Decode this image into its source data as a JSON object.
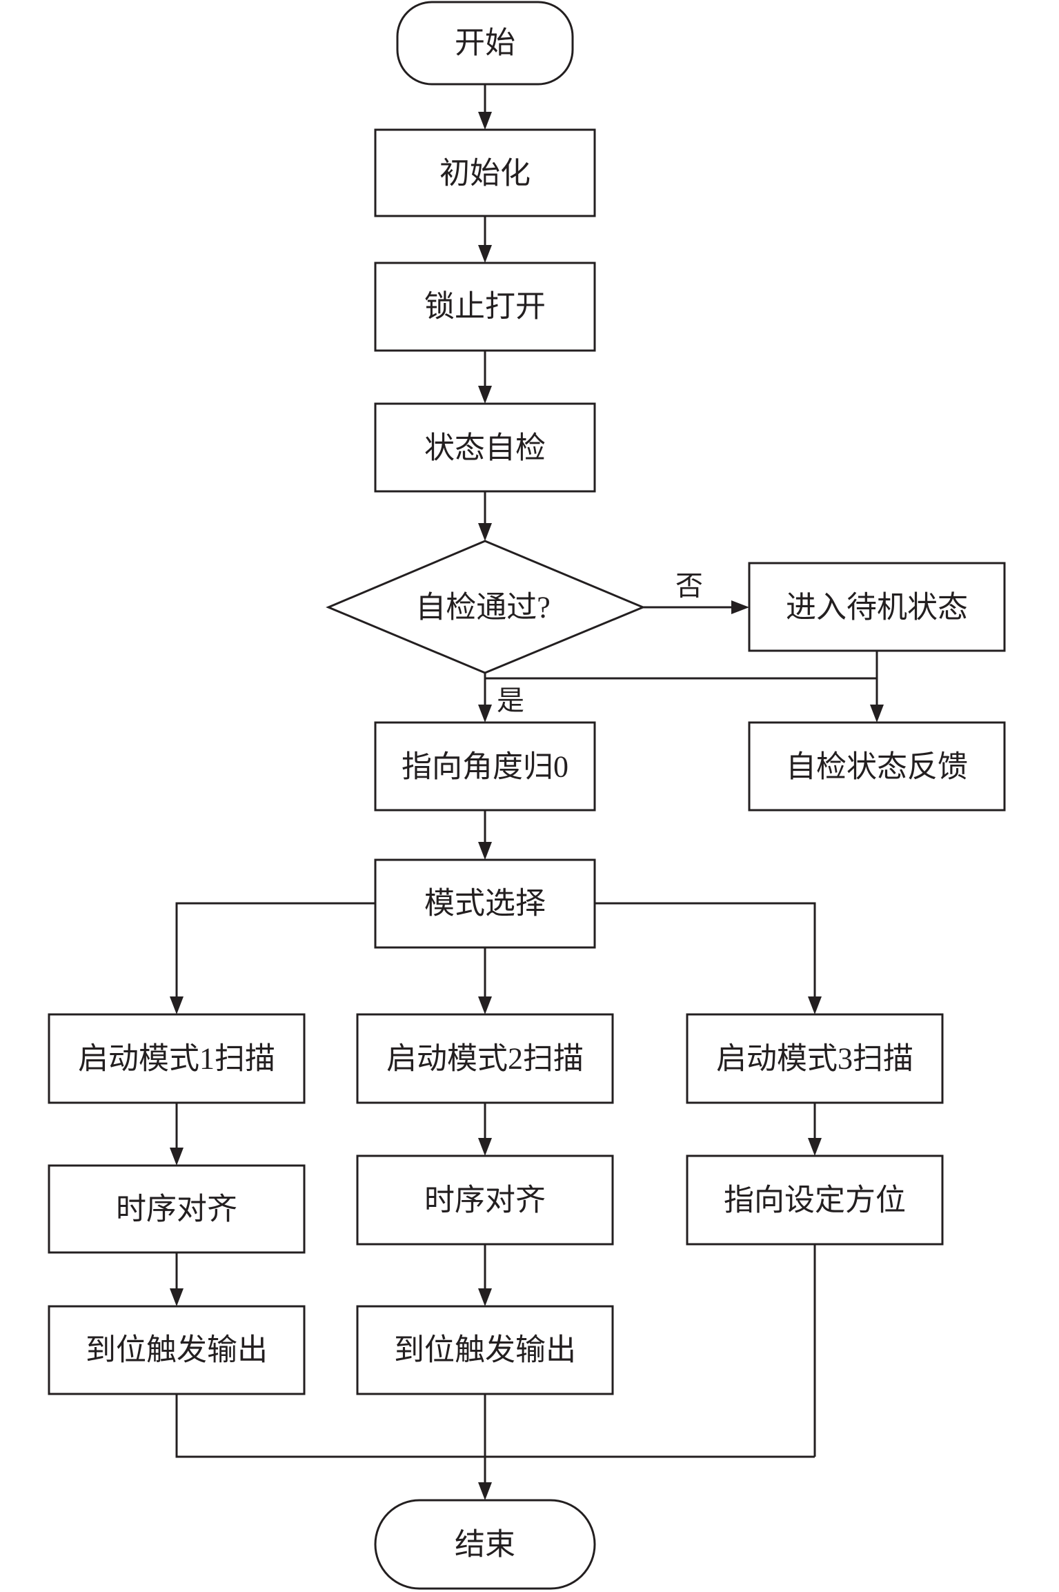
{
  "flowchart": {
    "start": "开始",
    "init": "初始化",
    "unlock": "锁止打开",
    "self_check": "状态自检",
    "decision": "自检通过?",
    "no_label": "否",
    "yes_label": "是",
    "standby": "进入待机状态",
    "feedback": "自检状态反馈",
    "zero": "指向角度归0",
    "mode_select": "模式选择",
    "mode1": "启动模式1扫描",
    "mode2": "启动模式2扫描",
    "mode3": "启动模式3扫描",
    "timing1": "时序对齐",
    "timing2": "时序对齐",
    "orient": "指向设定方位",
    "trigger1": "到位触发输出",
    "trigger2": "到位触发输出",
    "end": "结束"
  },
  "colors": {
    "stroke": "#231f20",
    "background": "#ffffff"
  }
}
